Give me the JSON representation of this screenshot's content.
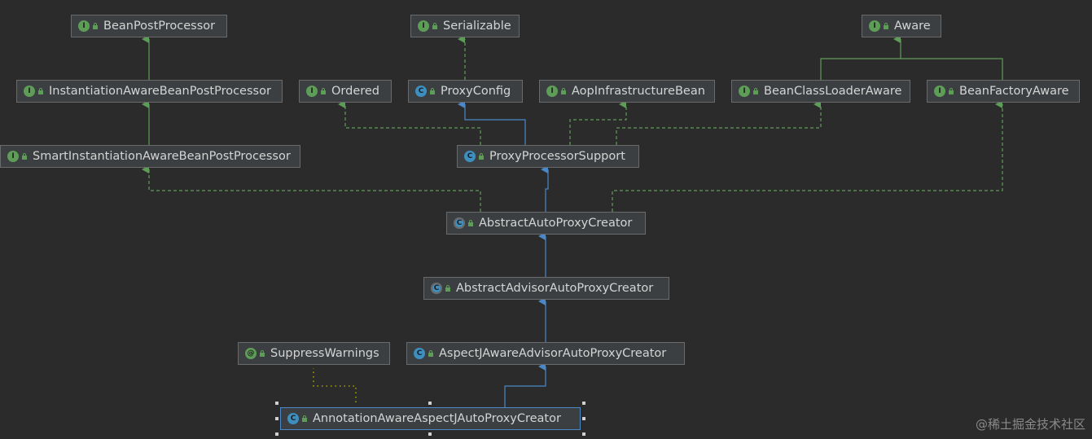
{
  "nodes": {
    "bean_post_processor": {
      "label": "BeanPostProcessor",
      "kind": "interface",
      "badge": "I"
    },
    "serializable": {
      "label": "Serializable",
      "kind": "interface",
      "badge": "I"
    },
    "aware": {
      "label": "Aware",
      "kind": "interface",
      "badge": "I"
    },
    "instantiation_aware": {
      "label": "InstantiationAwareBeanPostProcessor",
      "kind": "interface",
      "badge": "I"
    },
    "ordered": {
      "label": "Ordered",
      "kind": "interface",
      "badge": "I"
    },
    "proxy_config": {
      "label": "ProxyConfig",
      "kind": "class",
      "badge": "C"
    },
    "aop_infrastructure": {
      "label": "AopInfrastructureBean",
      "kind": "interface",
      "badge": "I"
    },
    "bean_class_loader_aware": {
      "label": "BeanClassLoaderAware",
      "kind": "interface",
      "badge": "I"
    },
    "bean_factory_aware": {
      "label": "BeanFactoryAware",
      "kind": "interface",
      "badge": "I"
    },
    "smart_instantiation_aware": {
      "label": "SmartInstantiationAwareBeanPostProcessor",
      "kind": "interface",
      "badge": "I"
    },
    "proxy_processor_support": {
      "label": "ProxyProcessorSupport",
      "kind": "class",
      "badge": "C"
    },
    "abstract_auto_proxy_creator": {
      "label": "AbstractAutoProxyCreator",
      "kind": "abstract",
      "badge": "C"
    },
    "abstract_advisor_auto_proxy_creator": {
      "label": "AbstractAdvisorAutoProxyCreator",
      "kind": "abstract",
      "badge": "C"
    },
    "suppress_warnings": {
      "label": "SuppressWarnings",
      "kind": "annotation",
      "badge": "@"
    },
    "aspectj_aware_advisor": {
      "label": "AspectJAwareAdvisorAutoProxyCreator",
      "kind": "class",
      "badge": "C"
    },
    "annotation_aware_aspectj": {
      "label": "AnnotationAwareAspectJAutoProxyCreator",
      "kind": "class",
      "badge": "C"
    }
  },
  "colors": {
    "implements_edge": "#5e9d57",
    "extends_edge": "#4a88c7",
    "annotation_edge": "#a3a300",
    "node_bg": "#3c3f41",
    "canvas_bg": "#2b2b2b"
  },
  "watermark": "@稀土掘金技术社区"
}
